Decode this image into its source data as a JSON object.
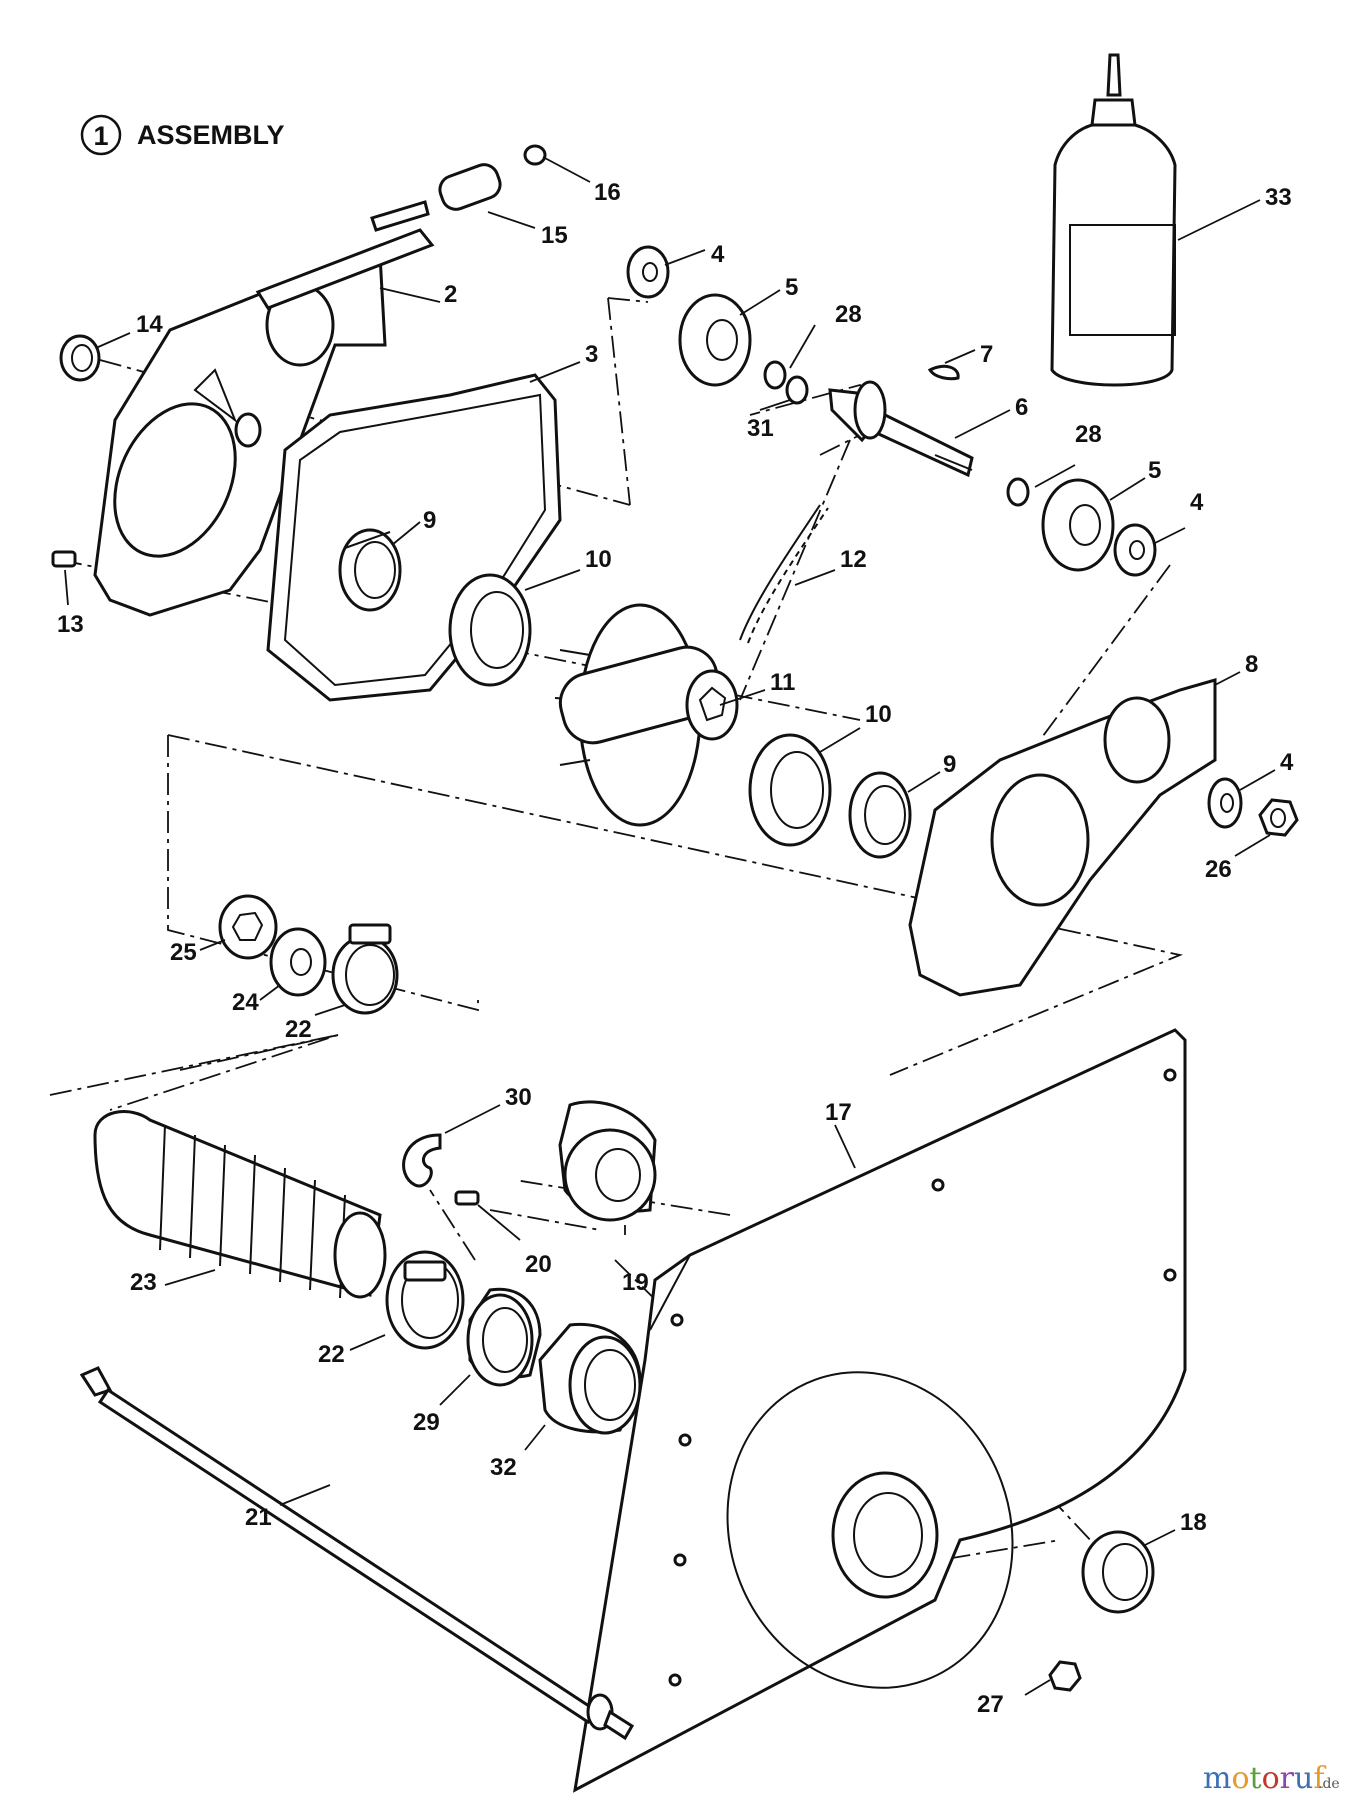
{
  "title": {
    "number": "1",
    "text": "ASSEMBLY"
  },
  "callouts": [
    {
      "id": "c1",
      "label": "16"
    },
    {
      "id": "c2",
      "label": "15"
    },
    {
      "id": "c3",
      "label": "2"
    },
    {
      "id": "c4",
      "label": "14"
    },
    {
      "id": "c5",
      "label": "3"
    },
    {
      "id": "c6",
      "label": "4"
    },
    {
      "id": "c7",
      "label": "5"
    },
    {
      "id": "c8",
      "label": "28"
    },
    {
      "id": "c9",
      "label": "7"
    },
    {
      "id": "c10",
      "label": "6"
    },
    {
      "id": "c11",
      "label": "31"
    },
    {
      "id": "c12",
      "label": "28"
    },
    {
      "id": "c13",
      "label": "5"
    },
    {
      "id": "c14",
      "label": "4"
    },
    {
      "id": "c15",
      "label": "33"
    },
    {
      "id": "c16",
      "label": "9"
    },
    {
      "id": "c17",
      "label": "10"
    },
    {
      "id": "c18",
      "label": "12"
    },
    {
      "id": "c19",
      "label": "13"
    },
    {
      "id": "c20",
      "label": "11"
    },
    {
      "id": "c21",
      "label": "10"
    },
    {
      "id": "c22",
      "label": "8"
    },
    {
      "id": "c23",
      "label": "9"
    },
    {
      "id": "c24",
      "label": "4"
    },
    {
      "id": "c25",
      "label": "26"
    },
    {
      "id": "c26",
      "label": "25"
    },
    {
      "id": "c27",
      "label": "24"
    },
    {
      "id": "c28",
      "label": "22"
    },
    {
      "id": "c29",
      "label": "30"
    },
    {
      "id": "c30",
      "label": "17"
    },
    {
      "id": "c31",
      "label": "20"
    },
    {
      "id": "c32",
      "label": "19"
    },
    {
      "id": "c33",
      "label": "23"
    },
    {
      "id": "c34",
      "label": "22"
    },
    {
      "id": "c35",
      "label": "29"
    },
    {
      "id": "c36",
      "label": "32"
    },
    {
      "id": "c37",
      "label": "18"
    },
    {
      "id": "c38",
      "label": "21"
    },
    {
      "id": "c39",
      "label": "27"
    }
  ],
  "watermark": {
    "brand": "motoruf",
    "suffix": ".de",
    "colors": [
      "#3d6fb6",
      "#e39b2d",
      "#5aa03c",
      "#c0392b",
      "#8e44ad",
      "#3d6fb6",
      "#e39b2d"
    ]
  }
}
